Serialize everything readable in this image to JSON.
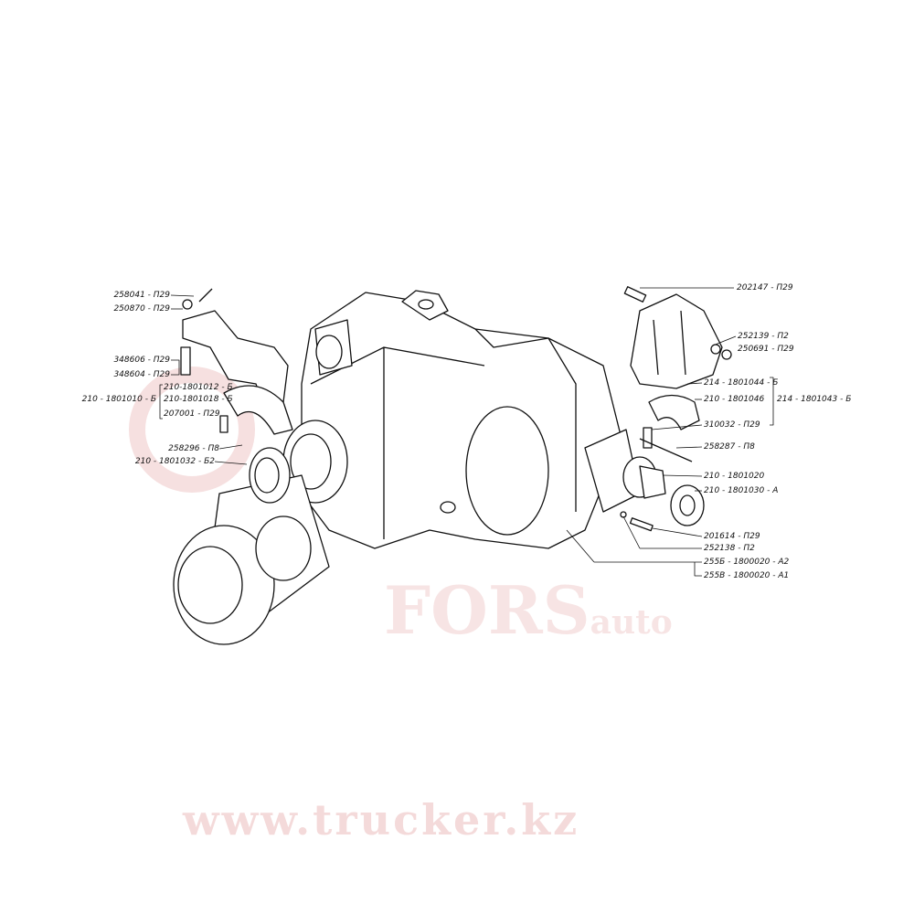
{
  "watermark": {
    "site": "www.trucker.kz",
    "logo_text": "FORS",
    "logo_sub": "auto",
    "color": "#f2d0d0"
  },
  "labels_left": {
    "l1": "258041 - П29",
    "l2": "250870 - П29",
    "l3": "348606 - П29",
    "l4": "348604 - П29",
    "group": "210 - 1801010 - Б",
    "l5": "210-1801012 - Б",
    "l6": "210-1801018 - Б",
    "l7": "207001 - П29",
    "l8": "258296 - П8",
    "l9": "210 - 1801032 - Б2"
  },
  "labels_right": {
    "r1": "202147 - П29",
    "r2": "252139 - П2",
    "r3": "250691 - П29",
    "r4": "214 - 1801044 - Б",
    "r5": "210 - 1801046",
    "group": "214 - 1801043 - Б",
    "r6": "310032 - П29",
    "r7": "258287 - П8",
    "r8": "210 - 1801020",
    "r9": "210 - 1801030 - А",
    "r10": "201614 - П29",
    "r11": "252138 - П2",
    "r12": "255Б - 1800020 - А2",
    "r13": "255В - 1800020 - А1"
  }
}
